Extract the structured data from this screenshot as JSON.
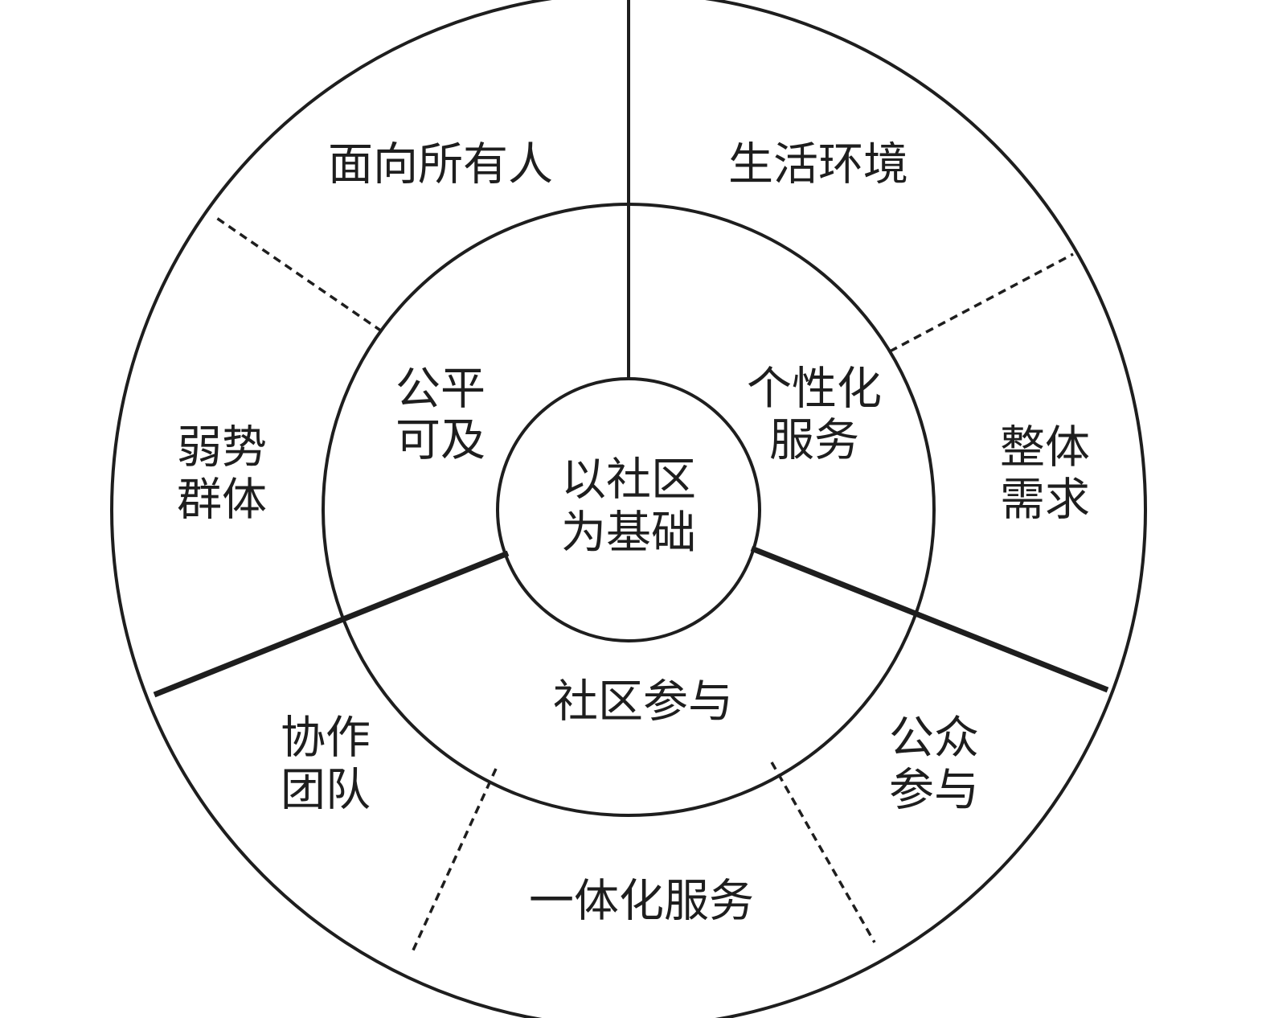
{
  "center": {
    "lines": [
      "以社区",
      "为基础"
    ]
  },
  "middle_ring": {
    "top_left": [
      "公平",
      "可及"
    ],
    "top_right": [
      "个性化",
      "服务"
    ],
    "bottom": [
      "社区参与"
    ]
  },
  "outer_ring": {
    "top_left": [
      "面向所有人"
    ],
    "top_right": [
      "生活环境"
    ],
    "left": [
      "弱势",
      "群体"
    ],
    "right": [
      "整体",
      "需求"
    ],
    "bottom_left": [
      "协作",
      "团队"
    ],
    "bottom": [
      "一体化服务"
    ],
    "bottom_right": [
      "公众",
      "参与"
    ]
  }
}
